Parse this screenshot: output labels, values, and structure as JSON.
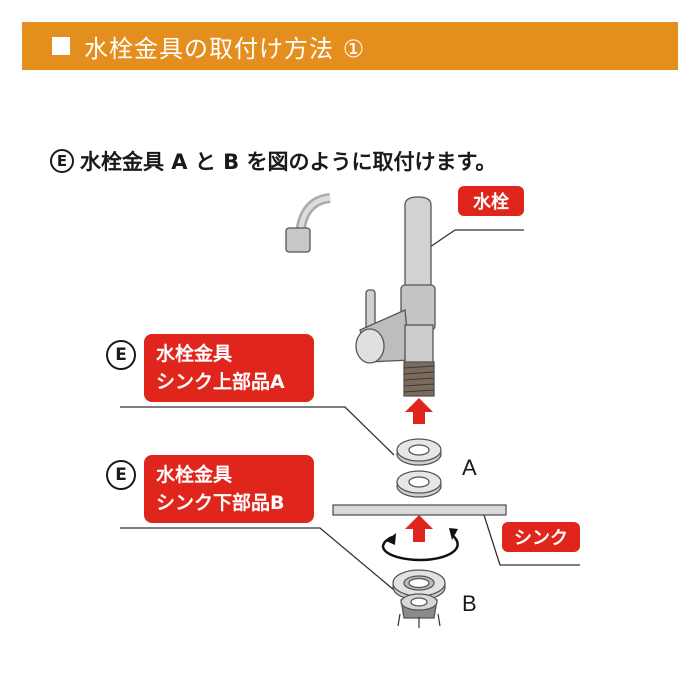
{
  "header": {
    "title": "水栓金具の取付け方法 ①"
  },
  "instruction": {
    "marker": "E",
    "text": "水栓金具 A と B を図のように取付けます。"
  },
  "labels": {
    "faucet": "水栓",
    "sink": "シンク",
    "part_a_marker": "E",
    "part_a_line1": "水栓金具",
    "part_a_line2": "シンク上部品A",
    "part_b_marker": "E",
    "part_b_line1": "水栓金具",
    "part_b_line2": "シンク下部品B",
    "letter_a": "A",
    "letter_b": "B"
  },
  "colors": {
    "header_bg": "#e48f1d",
    "tag_red": "#e0261c",
    "arrow_red": "#e0261c",
    "metal_gray": "#9a9a9a"
  }
}
